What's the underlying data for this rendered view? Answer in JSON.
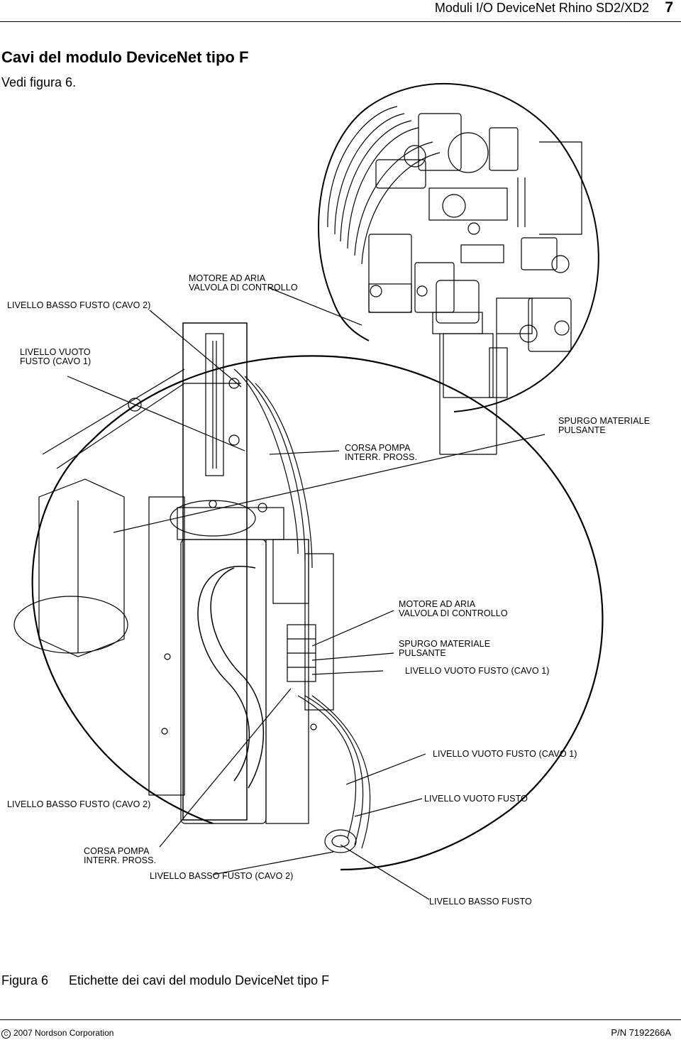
{
  "header": {
    "title": "Moduli I/O DeviceNet Rhino SD2/XD2",
    "page_number": "7"
  },
  "section": {
    "title": "Cavi del modulo DeviceNet tipo F",
    "subtitle": "Vedi figura 6."
  },
  "callouts": {
    "top_motor": [
      "MOTORE AD ARIA",
      "VALVOLA DI CONTROLLO"
    ],
    "top_low_level": "LIVELLO BASSO FUSTO (CAVO 2)",
    "top_empty_level": [
      "LIVELLO VUOTO",
      "FUSTO (CAVO 1)"
    ],
    "top_stroke": [
      "CORSA POMPA",
      "INTERR. PROSS."
    ],
    "top_purge": [
      "SPURGO MATERIALE",
      "PULSANTE"
    ],
    "mid_motor": [
      "MOTORE AD ARIA",
      "VALVOLA DI CONTROLLO"
    ],
    "mid_purge": [
      "SPURGO MATERIALE",
      "PULSANTE"
    ],
    "mid_empty_level": "LIVELLO VUOTO FUSTO (CAVO 1)",
    "low_empty_level_cable": "LIVELLO VUOTO FUSTO (CAVO 1)",
    "low_low_level_cable_left": "LIVELLO BASSO FUSTO (CAVO 2)",
    "low_empty_level": "LIVELLO VUOTO FUSTO",
    "low_stroke": [
      "CORSA POMPA",
      "INTERR. PROSS."
    ],
    "low_low_level_cable_mid": "LIVELLO BASSO FUSTO (CAVO 2)",
    "low_low_level": "LIVELLO BASSO FUSTO"
  },
  "figure": {
    "label": "Figura 6",
    "caption": "Etichette dei cavi del modulo DeviceNet tipo F"
  },
  "footer": {
    "copyright_symbol": "C",
    "copyright": "2007 Nordson Corporation",
    "part_number": "P/N 7192266A"
  }
}
